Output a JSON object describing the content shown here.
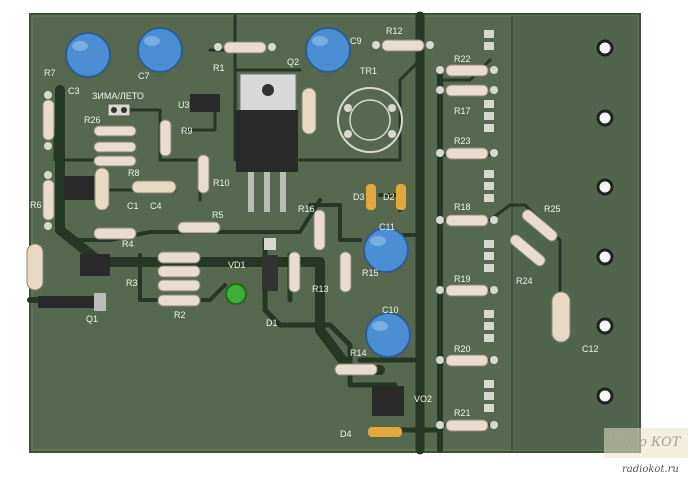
{
  "board": {
    "board_color": "#56694f",
    "copper_color": "#253725",
    "pad_color": "#d9d8cf",
    "capacitor_color": "#4c8ed4",
    "resistor_color": "#e8ddcc",
    "ic_color": "#2a2a2a",
    "led_color": "#3fae3a",
    "silkscreen_color": "#eef2ea"
  },
  "labels": {
    "c3": "C3",
    "c7": "C7",
    "r7": "R7",
    "zima_leto": "ЗИМА/ЛЕТО",
    "r1": "R1",
    "q2": "Q2",
    "c9": "C9",
    "r12": "R12",
    "tr1": "TR1",
    "r22": "R22",
    "r17": "R17",
    "r23": "R23",
    "u3": "U3",
    "r26": "R26",
    "r9": "R9",
    "r8": "R8",
    "r10": "R10",
    "c1": "C1",
    "c4": "C4",
    "r6": "R6",
    "r16": "R16",
    "d3": "D3",
    "d2": "D2",
    "c11": "C11",
    "r18": "R18",
    "r25": "R25",
    "r5": "R5",
    "r4": "R4",
    "r3": "R3",
    "vd1": "VD1",
    "r13": "R13",
    "r15": "R15",
    "r19": "R19",
    "r24": "R24",
    "q1": "Q1",
    "r2": "R2",
    "d1": "D1",
    "c10": "C10",
    "c12": "C12",
    "r14": "R14",
    "r20": "R20",
    "vo2": "VO2",
    "r21": "R21",
    "d4": "D4"
  },
  "watermark": {
    "logo_text": "Радио КОТ",
    "site": "radiokot.ru"
  }
}
